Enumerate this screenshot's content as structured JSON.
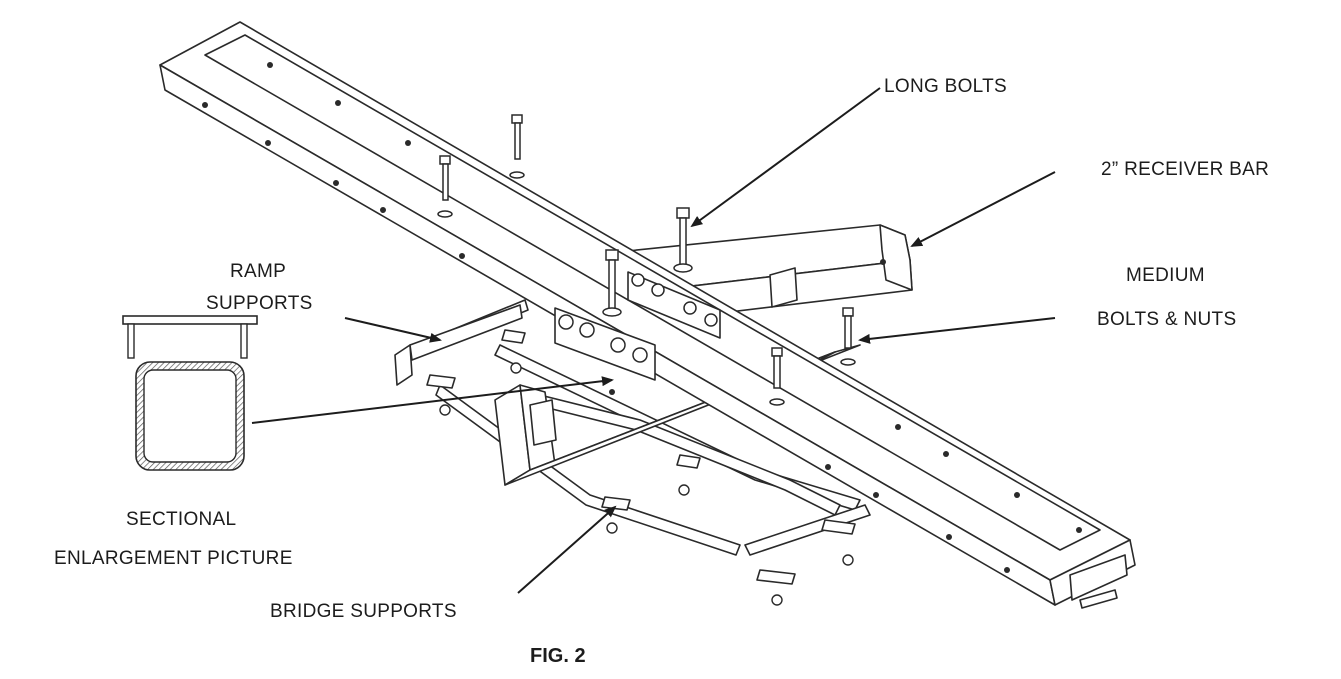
{
  "labels": {
    "long_bolts": "LONG BOLTS",
    "receiver_bar": "2” RECEIVER BAR",
    "ramp_supports_line1": "RAMP",
    "ramp_supports_line2": "SUPPORTS",
    "medium_bolts_line1": "MEDIUM",
    "medium_bolts_line2": "BOLTS & NUTS",
    "sectional_line1": "SECTIONAL",
    "sectional_line2": "ENLARGEMENT PICTURE",
    "bridge_supports": "BRIDGE SUPPORTS"
  },
  "caption": "FIG. 2",
  "colors": {
    "line": "#2a2a2a",
    "hatch": "#555555"
  }
}
